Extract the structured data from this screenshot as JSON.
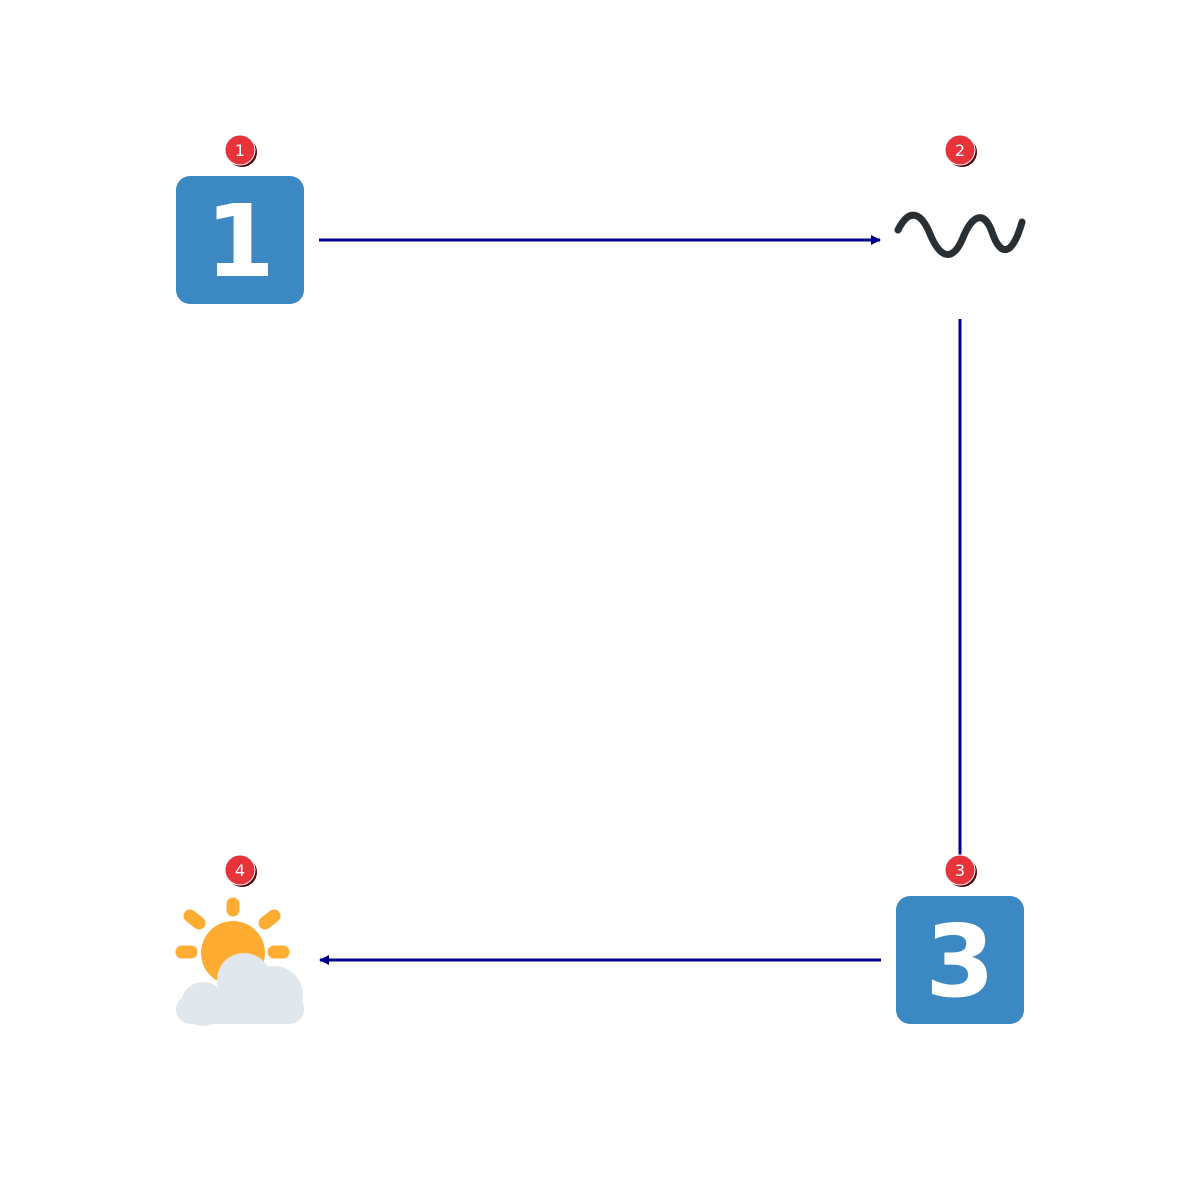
{
  "nodes": [
    {
      "id": "node-1",
      "icon": "keycap-1-icon",
      "digit": "1",
      "badge": "1"
    },
    {
      "id": "node-2",
      "icon": "wavy-dash-icon",
      "badge": "2"
    },
    {
      "id": "node-3",
      "icon": "keycap-3-icon",
      "digit": "3",
      "badge": "3"
    },
    {
      "id": "node-4",
      "icon": "sun-behind-cloud-icon",
      "badge": "4"
    }
  ],
  "edges": [
    {
      "from": "node-1",
      "to": "node-2",
      "arrow": true
    },
    {
      "from": "node-2",
      "to": "node-3",
      "arrow": false
    },
    {
      "from": "node-3",
      "to": "node-4",
      "arrow": true
    }
  ],
  "colors": {
    "edge": "#00008b",
    "keycap": "#3b88c3",
    "keycap_digit": "#ffffff",
    "wave": "#292f33",
    "badge_fill": "#e8333a",
    "badge_shadow": "#5a0000",
    "sun": "#ffac33",
    "cloud": "#e1e8ed"
  }
}
